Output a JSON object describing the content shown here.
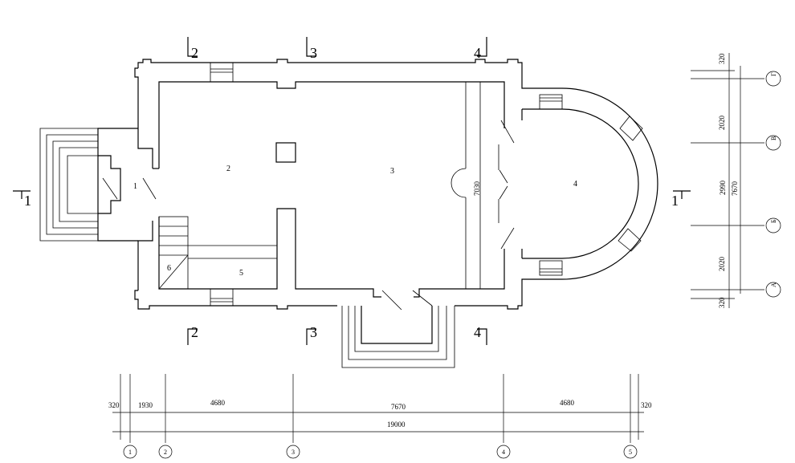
{
  "rooms": [
    "1",
    "2",
    "3",
    "4",
    "5",
    "6"
  ],
  "section_marks": {
    "s2": "2",
    "s3": "3",
    "s4": "4",
    "s1": "1"
  },
  "bottom_dimensions": {
    "d320_left": "320",
    "d1930": "1930",
    "d4680_left": "4680",
    "d7670": "7670",
    "d4680_right": "4680",
    "d320_right": "320",
    "total": "19000"
  },
  "bottom_axes": [
    "1",
    "2",
    "3",
    "4",
    "5"
  ],
  "right_dimensions": {
    "d320_top": "320",
    "d2020_top": "2020",
    "d2990": "2990",
    "d7670": "7670",
    "d2020_bottom": "2020",
    "d320_bottom": "320"
  },
  "right_axes": [
    "Г",
    "В",
    "Б",
    "А"
  ],
  "inner_dimension": "7030"
}
